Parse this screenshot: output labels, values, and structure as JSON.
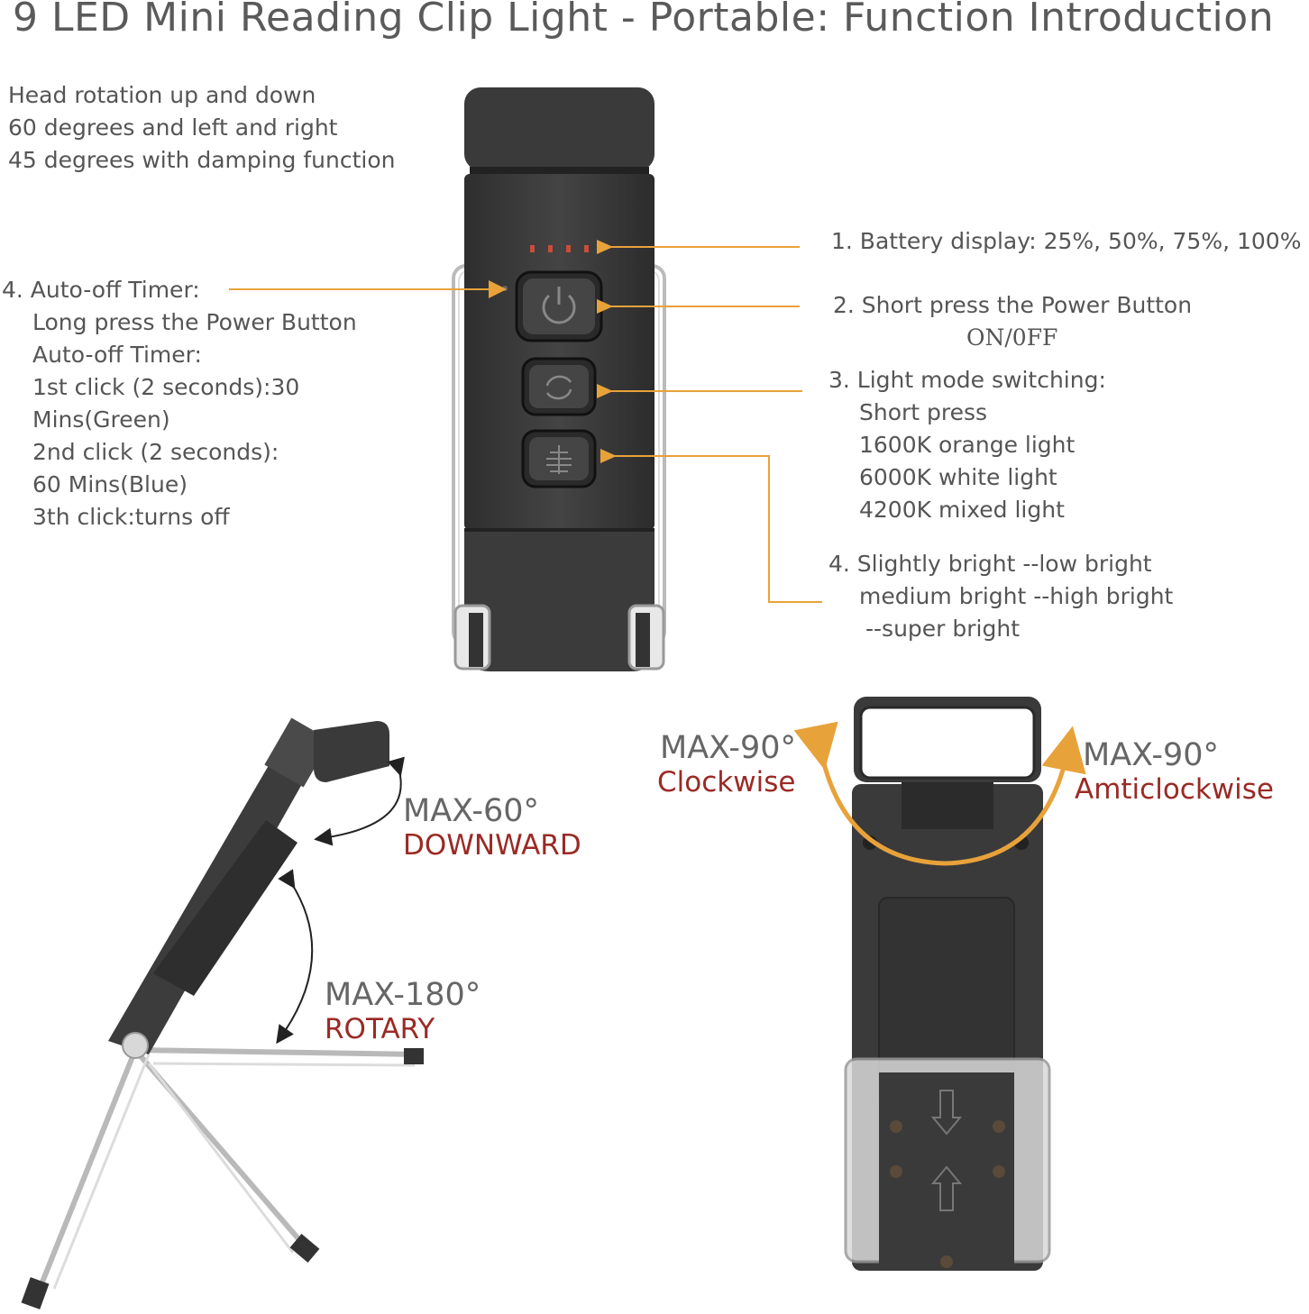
{
  "title": "9 LED Mini Reading Clip Light - Portable: Function Introduction",
  "head_rotation": [
    "Head rotation up and down",
    "60 degrees and left and right",
    "45 degrees with damping function"
  ],
  "battery": "1. Battery display: 25%, 50%, 75%, 100%",
  "power": {
    "line1": "2. Short press the Power Button",
    "line2": "ON/0FF"
  },
  "mode": {
    "title": "3. Light mode switching:",
    "lines": [
      "Short press",
      "1600K orange light",
      "6000K white light",
      "4200K mixed light"
    ]
  },
  "brightness": {
    "line1": "4. Slightly bright --low bright",
    "line2": "medium bright --high bright",
    "line3": "--super bright"
  },
  "timer": {
    "title": "4. Auto-off Timer:",
    "lines": [
      "Long press the Power Button",
      "Auto-off Timer:",
      "1st click (2 seconds):30",
      "Mins(Green)",
      "2nd click (2 seconds):",
      "60 Mins(Blue)",
      "3th click:turns off"
    ]
  },
  "downward": {
    "max": "MAX-60°",
    "label": "DOWNWARD"
  },
  "rotary": {
    "max": "MAX-180°",
    "label": "ROTARY"
  },
  "clockwise": {
    "max": "MAX-90°",
    "label": "Clockwise"
  },
  "anticlockwise": {
    "max": "MAX-90°",
    "label": "Amticlockwise"
  },
  "colors": {
    "accent_orange": "#e8a23a",
    "device_body": "#3a3a3a",
    "label_red": "#9a2a25",
    "text_gray": "#555555"
  },
  "icons": [
    "power-icon",
    "mode-switch-icon",
    "brightness-icon"
  ]
}
